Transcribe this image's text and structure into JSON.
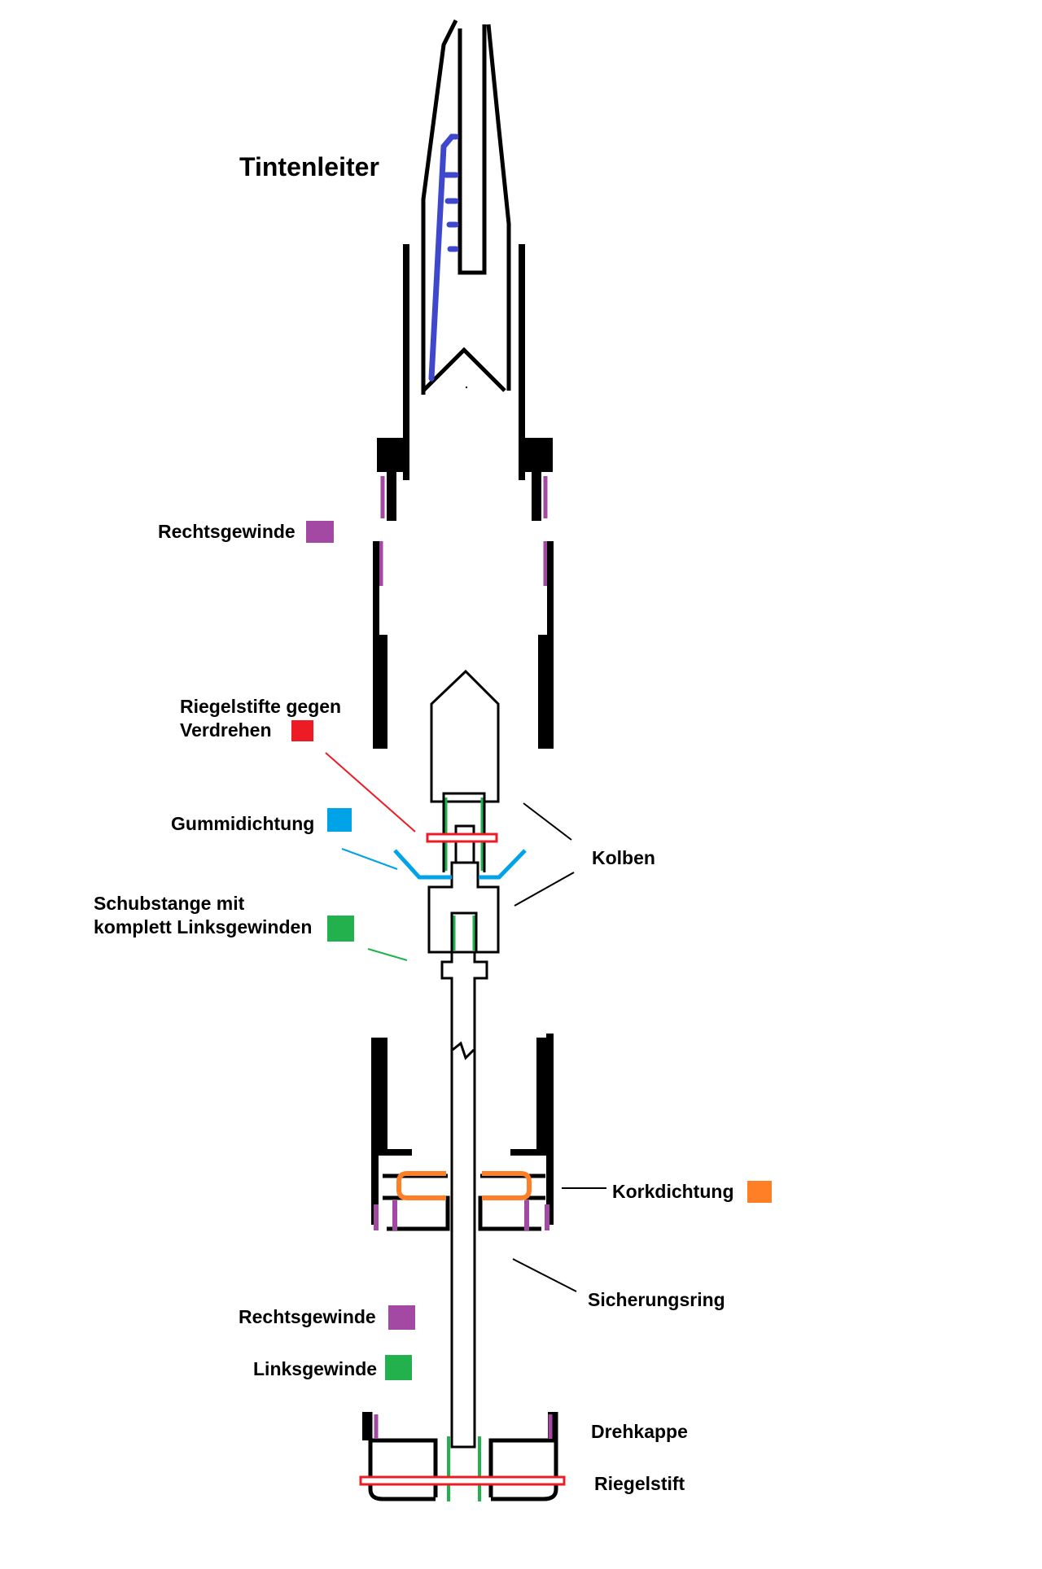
{
  "title": "Tintenleiter",
  "labels": {
    "rechtsgewinde_top": "Rechtsgewinde",
    "riegelstifte_line1": "Riegelstifte gegen",
    "riegelstifte_line2": "Verdrehen",
    "gummidichtung": "Gummidichtung",
    "schubstange_line1": "Schubstange mit",
    "schubstange_line2": "komplett Linksgewinden",
    "kolben": "Kolben",
    "korkdichtung": "Korkdichtung",
    "sicherungsring": "Sicherungsring",
    "rechtsgewinde_bottom": "Rechtsgewinde",
    "linksgewinde": "Linksgewinde",
    "drehkappe": "Drehkappe",
    "riegelstift": "Riegelstift"
  },
  "colors": {
    "rechtsgewinde": "#a349a4",
    "riegelstift": "#ed1c24",
    "gummidichtung": "#00a2e8",
    "linksgewinde": "#22b14c",
    "korkdichtung": "#ff7f27",
    "tintenleiter": "#3f48cc",
    "outline": "#000000"
  }
}
